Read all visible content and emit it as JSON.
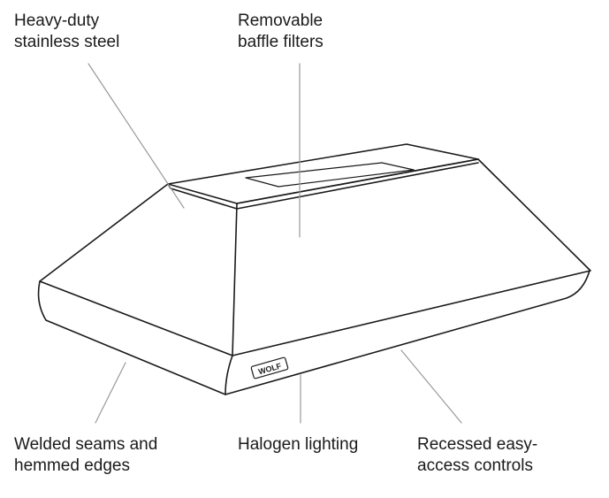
{
  "labels": {
    "steel": {
      "line1": "Heavy-duty",
      "line2": "stainless steel"
    },
    "filters": {
      "line1": "Removable",
      "line2": "baffle filters"
    },
    "seams": {
      "line1": "Welded seams and",
      "line2": "hemmed edges"
    },
    "lighting": {
      "line1": "Halogen lighting"
    },
    "controls": {
      "line1": "Recessed easy-",
      "line2": "access controls"
    }
  },
  "badge": {
    "text": "WOLF"
  },
  "colors": {
    "outline": "#1a1a1a",
    "leader": "#9a9a9a",
    "text": "#1a1a1a"
  }
}
